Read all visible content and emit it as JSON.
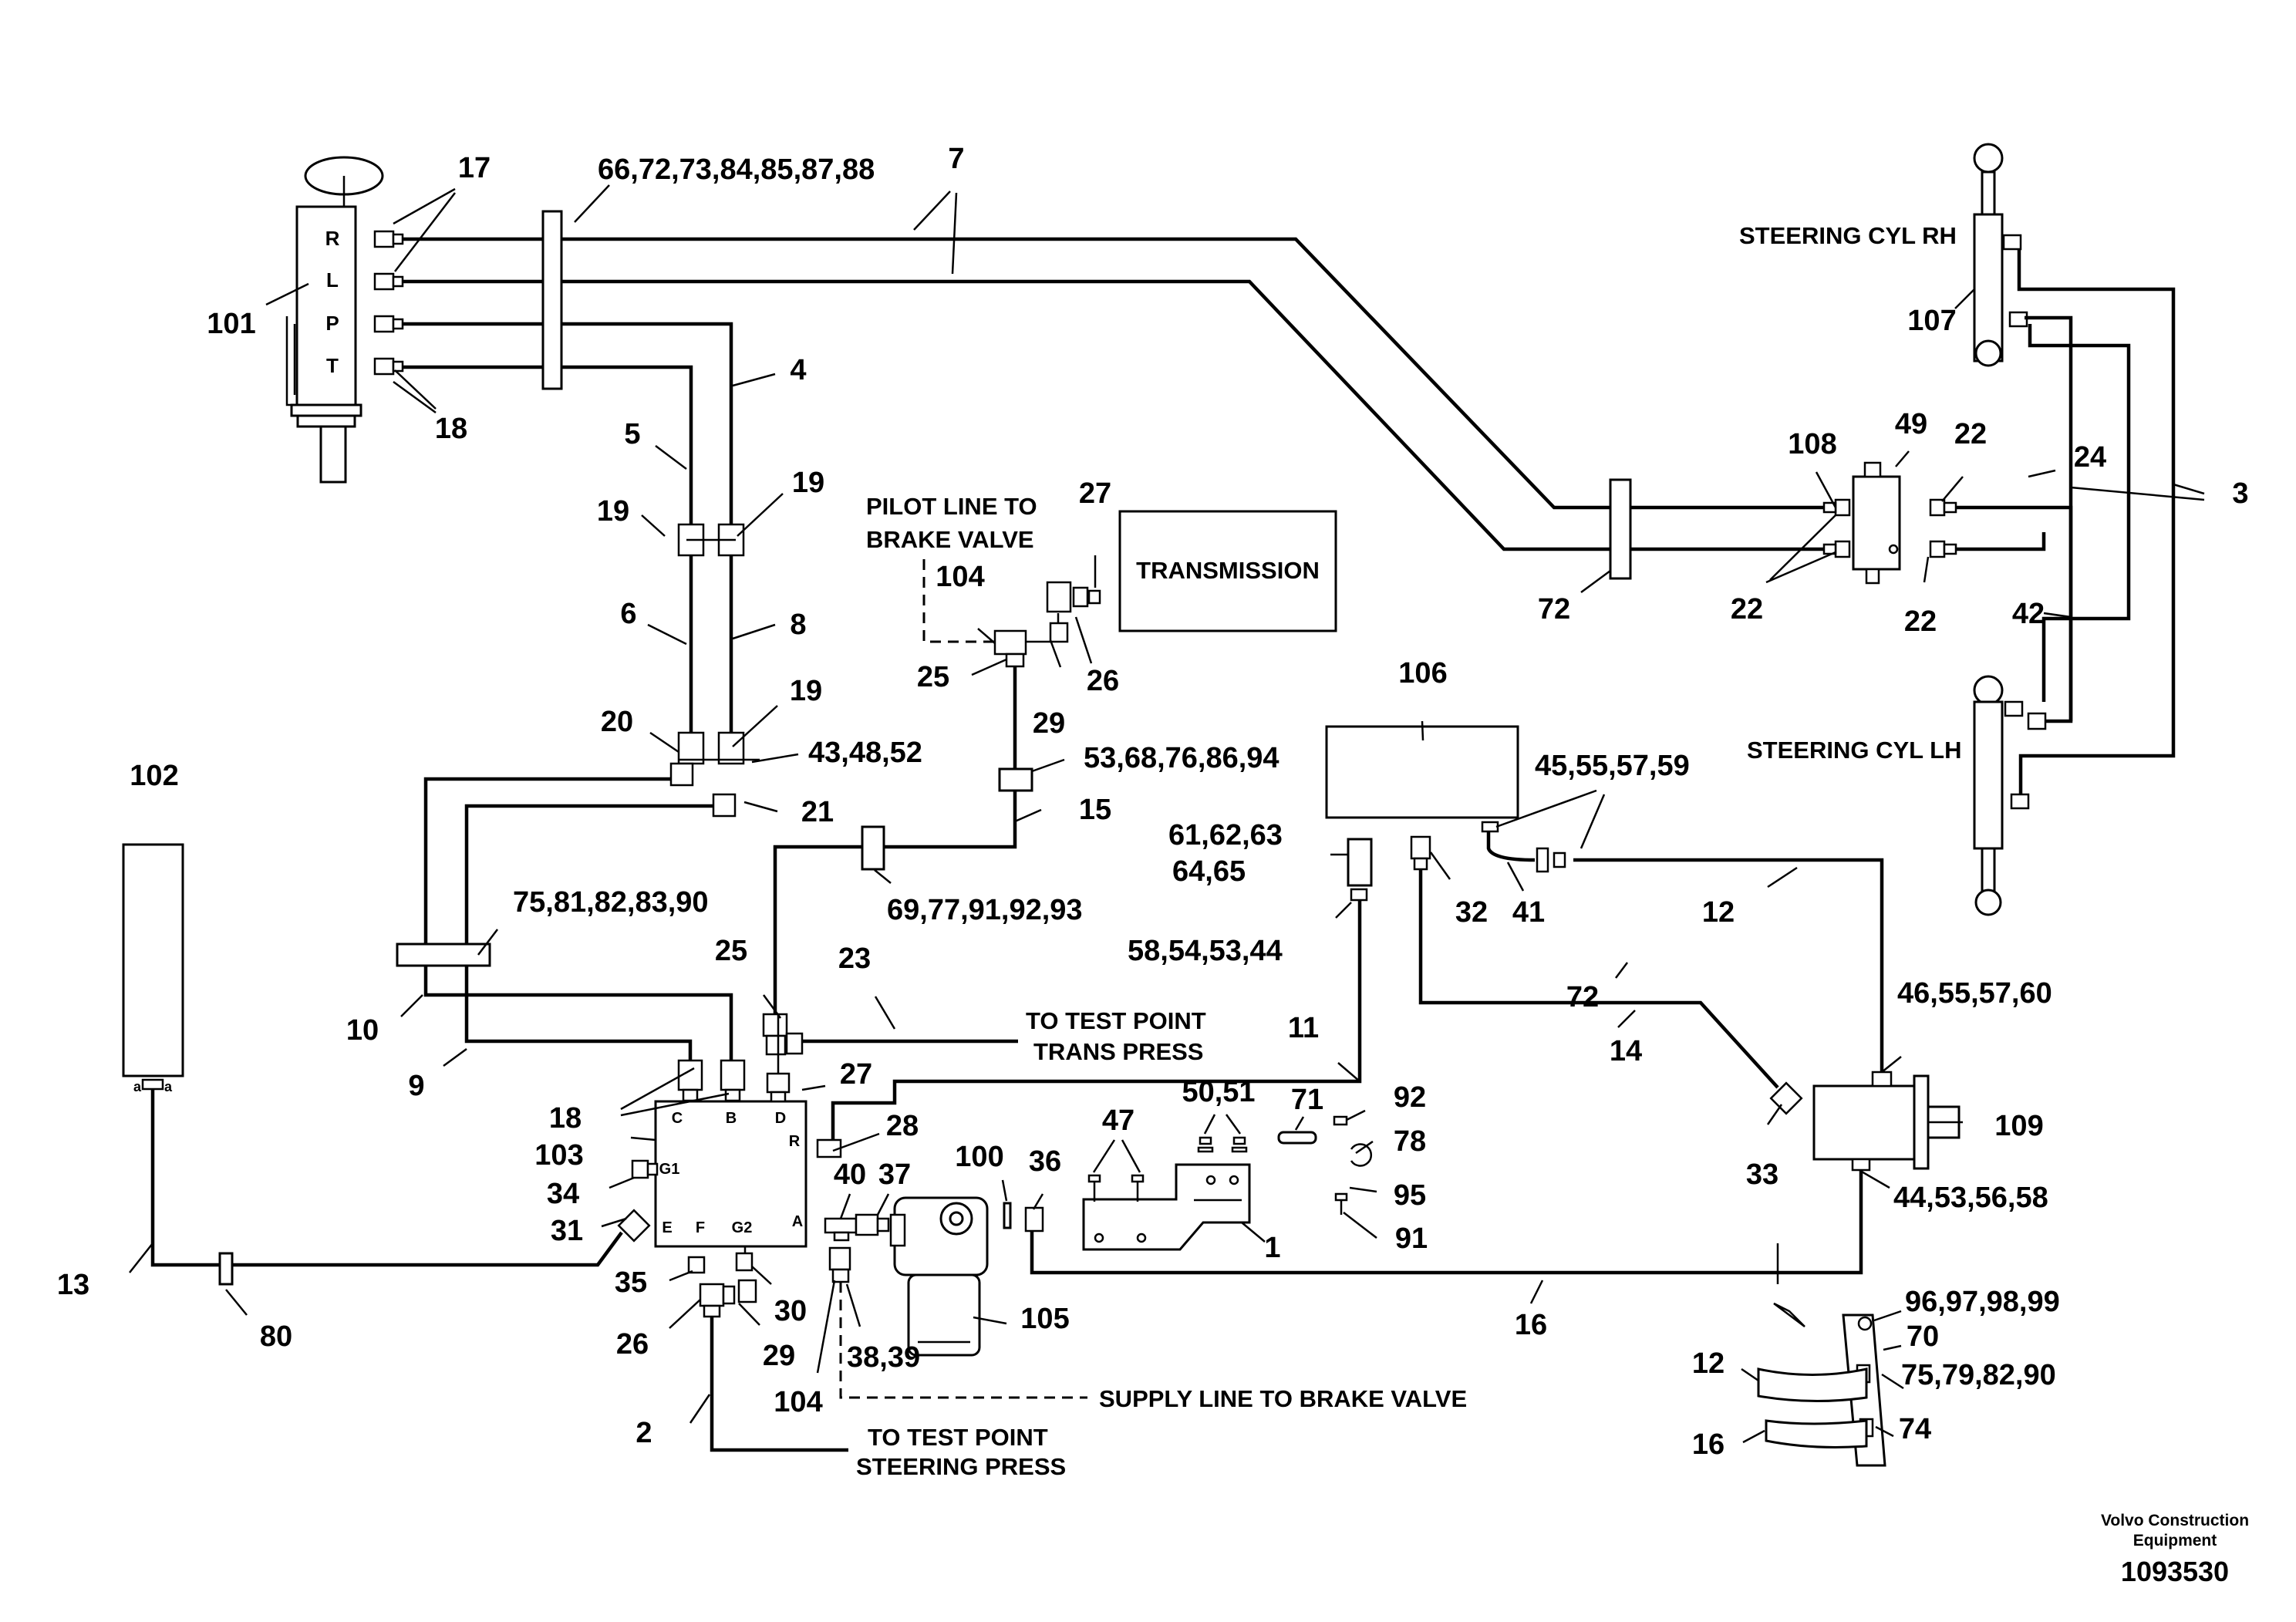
{
  "boxes": {
    "transmission": "TRANSMISSION"
  },
  "texts": {
    "steering_cyl_rh": "STEERING CYL RH",
    "steering_cyl_lh": "STEERING CYL LH",
    "pilot_line_1": "PILOT LINE TO",
    "pilot_line_2": "BRAKE VALVE",
    "trans_press_1": "TO TEST POINT",
    "trans_press_2": "TRANS PRESS",
    "supply_line": "SUPPLY LINE TO BRAKE VALVE",
    "steer_press_1": "TO TEST POINT",
    "steer_press_2": "STEERING PRESS"
  },
  "ports_steering_unit": [
    "R",
    "L",
    "P",
    "T"
  ],
  "ports_valve_block": [
    "C",
    "B",
    "D",
    "R",
    "G1",
    "E",
    "F",
    "G2",
    "A"
  ],
  "callouts": {
    "c17": "17",
    "c18a": "18",
    "c101": "101",
    "c667": "66,72,73,84,85,87,88",
    "c7": "7",
    "c4": "4",
    "c5": "5",
    "c19a": "19",
    "c19b": "19",
    "c19c": "19",
    "c6": "6",
    "c8": "8",
    "c20": "20",
    "c434852": "43,48,52",
    "c21": "21",
    "c102": "102",
    "c758": "75,81,82,83,90",
    "c10": "10",
    "c9": "9",
    "c18b": "18",
    "c103": "103",
    "c34": "34",
    "c31": "31",
    "c13": "13",
    "c80": "80",
    "c35": "35",
    "c26a": "26",
    "c30": "30",
    "c29a": "29",
    "c2": "2",
    "c104a": "104",
    "c3839": "38,39",
    "c40": "40",
    "c37": "37",
    "c105": "105",
    "c100": "100",
    "c36": "36",
    "c28": "28",
    "c27a": "27",
    "c25a": "25",
    "c23": "23",
    "c11": "11",
    "c104b": "104",
    "c25b": "25",
    "c29b": "29",
    "c26b": "26",
    "c27b": "27",
    "c5368": "53,68,76,86,94",
    "c15": "15",
    "c6977": "69,77,91,92,93",
    "c47": "47",
    "c5051": "50,51",
    "c71": "71",
    "c92": "92",
    "c78": "78",
    "c95": "95",
    "c91": "91",
    "c1": "1",
    "c106": "106",
    "c6162": "61,62,63",
    "c6465": "64,65",
    "c5854": "58,54,53,44",
    "c32": "32",
    "c41": "41",
    "c4555": "45,55,57,59",
    "c12a": "12",
    "c72a": "72",
    "c14": "14",
    "c33": "33",
    "c4655": "46,55,57,60",
    "c109": "109",
    "c4453": "44,53,56,58",
    "c16a": "16",
    "c9697": "96,97,98,99",
    "c70": "70",
    "c7579": "75,79,82,90",
    "c12b": "12",
    "c74": "74",
    "c16b": "16",
    "c72b": "72",
    "c108": "108",
    "c49": "49",
    "c22a": "22",
    "c24": "24",
    "c3": "3",
    "c22b": "22",
    "c22c": "22",
    "c42": "42",
    "c107": "107"
  },
  "footer": {
    "company_1": "Volvo Construction",
    "company_2": "Equipment",
    "drawing_no": "1093530"
  }
}
